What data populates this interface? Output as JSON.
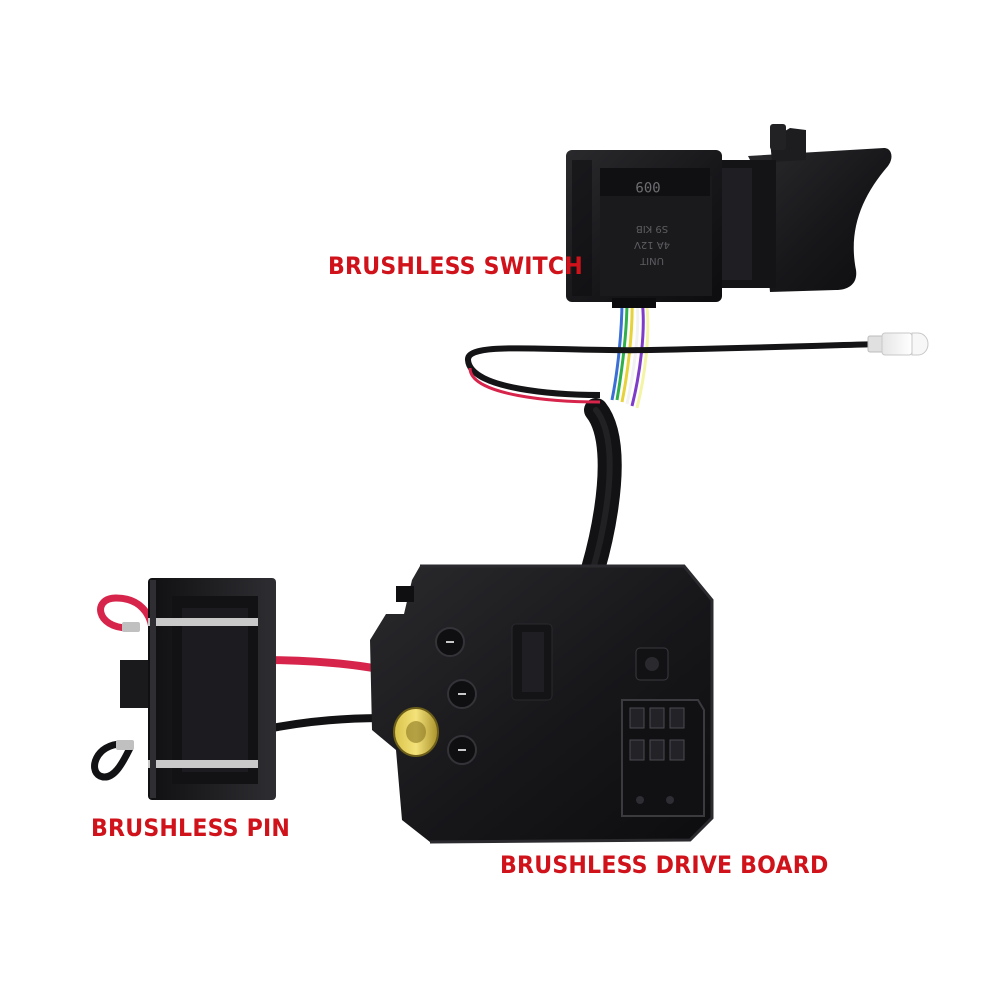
{
  "labels": {
    "switch": "BRUSHLESS SWITCH",
    "pin": "BRUSHLESS PIN",
    "board": "BRUSHLESS DRIVE BOARD"
  },
  "switch_marking": {
    "model": "009",
    "line1": "S9 KIB",
    "line2": "4A 12V",
    "line3": "UNIT"
  },
  "colors": {
    "background": "#ffffff",
    "label_red": "#d0121b",
    "plastic_black": "#1b1b1d",
    "wire_red": "#d6244a",
    "wire_black": "#111111"
  },
  "icons": {
    "led": "led-icon",
    "capacitor": "capacitor-icon"
  }
}
